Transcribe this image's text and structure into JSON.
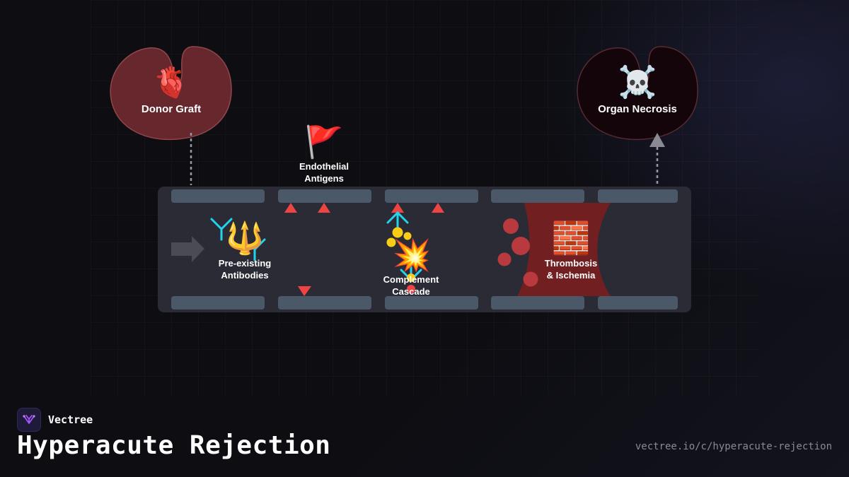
{
  "diagram": {
    "donor_graft": {
      "label": "Donor Graft",
      "icon": "anatomical-heart-icon"
    },
    "organ_necrosis": {
      "label": "Organ Necrosis",
      "icon": "skull-crossbones-icon"
    },
    "endothelial_antigens": {
      "label": "Endothelial\nAntigens",
      "icon": "red-flag-icon"
    },
    "antibodies": {
      "label": "Pre-existing\nAntibodies",
      "icon": "trident-icon"
    },
    "complement": {
      "label": "Complement\nCascade",
      "icon": "collision-icon"
    },
    "thrombosis": {
      "label": "Thrombosis\n& Ischemia",
      "icon": "brick-icon"
    },
    "colors": {
      "vessel": "#2a2b35",
      "endothelium": "#4a5868",
      "antigen": "#ef4444",
      "antibody": "#22d3ee",
      "complement": "#facc15",
      "clot": "#7f1d1d",
      "graft": "#6b2a2e",
      "necrosis": "#1a0508"
    }
  },
  "brand": {
    "name": "Vectree",
    "icon": "vectree-logo-icon"
  },
  "title": "Hyperacute Rejection",
  "url": "vectree.io/c/hyperacute-rejection"
}
